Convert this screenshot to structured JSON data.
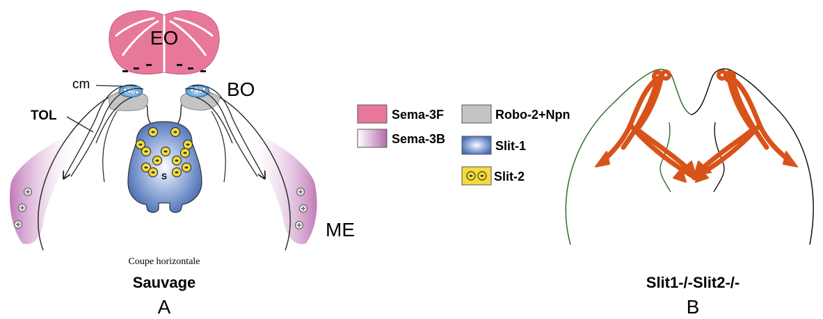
{
  "panel_a": {
    "labels": {
      "eo": "EO",
      "cm": "cm",
      "bo": "BO",
      "tol": "TOL",
      "me": "ME",
      "s": "S"
    },
    "caption": "Coupe horizontale",
    "condition": "Sauvage",
    "letter": "A"
  },
  "legend": {
    "items": [
      {
        "key": "sema3f",
        "label": "Sema-3F"
      },
      {
        "key": "robo2npn",
        "label": "Robo-2+Npn"
      },
      {
        "key": "sema3b",
        "label": "Sema-3B"
      },
      {
        "key": "slit1",
        "label": "Slit-1"
      },
      {
        "key": "slit2",
        "label": "Slit-2"
      }
    ]
  },
  "panel_b": {
    "condition": "Slit1-/-Slit2-/-",
    "letter": "B"
  },
  "colors": {
    "sema3f": "#e8789a",
    "robo2npn": "#c4c4c4",
    "sema3b": "#c07ab8",
    "slit1": "#4a6fb5",
    "slit2": "#f2dc3c",
    "axon_b": "#d8531a",
    "outline_green": "#2e6b2a",
    "cm_blue": "#2f86c8"
  },
  "icons": {
    "minus": "minus-sign",
    "plus": "plus-sign"
  }
}
